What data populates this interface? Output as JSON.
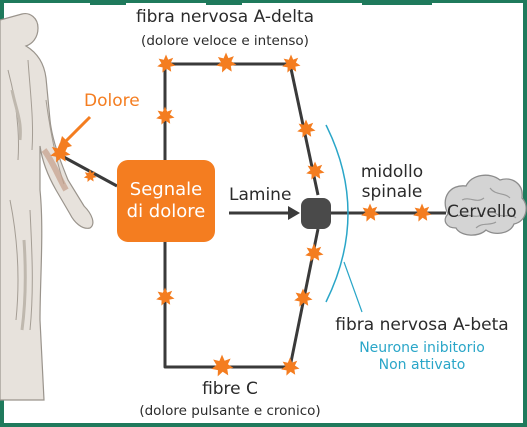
{
  "colors": {
    "frame_green": "#1f7a5c",
    "pain_orange": "#f47d20",
    "inhibitory_blue": "#2aa6c8",
    "line_dark": "#3a3a3a",
    "brain_gray": "#cfcfcf",
    "neuron_dark": "#4a4a4a"
  },
  "icons": {
    "body": "anatomical-muscle-figure-icon",
    "brain": "brain-icon",
    "synapse": "star-burst-icon",
    "neuron": "neuron-node-icon"
  },
  "labels": {
    "a_delta_title": "fibra nervosa A-delta",
    "a_delta_subtitle": "(dolore veloce e intenso)",
    "pain": "Dolore",
    "signal": "Segnale\ndi dolore",
    "laminae": "Lamine",
    "spinal_cord": "midollo\nspinale",
    "brain": "Cervello",
    "a_beta_title": "fibra nervosa A-beta",
    "a_beta_line1": "Neurone inibitorio",
    "a_beta_line2": "Non attivato",
    "c_fibers_title": "fibre C",
    "c_fibers_subtitle": "(dolore pulsante e cronico)"
  }
}
